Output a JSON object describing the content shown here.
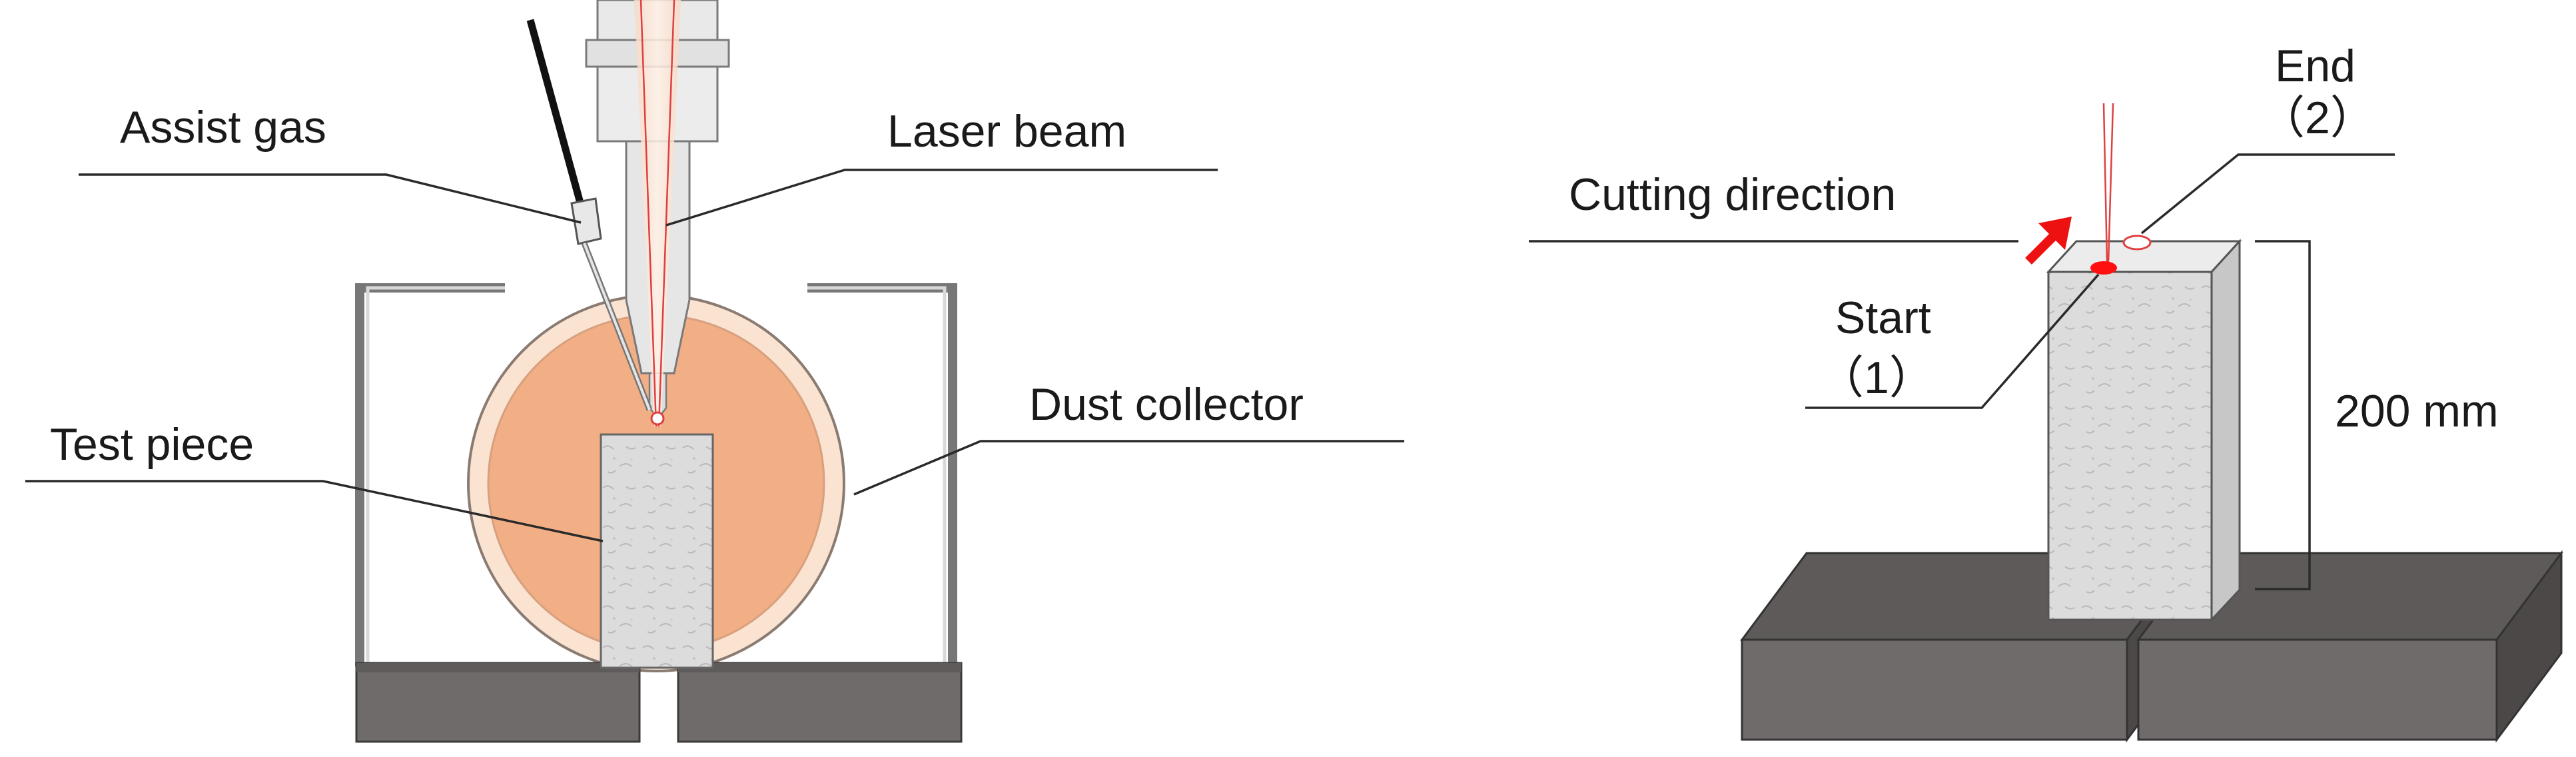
{
  "colors": {
    "background": "#ffffff",
    "chamber_fill": "#f2ae85",
    "chamber_ring": "#fbe3d2",
    "chamber_outline": "#8a7b72",
    "base": "#6f6b6a",
    "base_top": "#5f5b5a",
    "specimen": "#d9d9d9",
    "laser": "#e04040",
    "nozzle": "#e6e6e6",
    "marker_start": "#ff1010",
    "arrow": "#ee1111"
  },
  "left_panel": {
    "labels": {
      "assist_gas": "Assist gas",
      "laser_beam": "Laser beam",
      "dust_collector": "Dust collector",
      "test_piece": "Test piece"
    }
  },
  "right_panel": {
    "labels": {
      "cutting_direction": "Cutting direction",
      "end": "End",
      "end_index": "（2）",
      "start": "Start",
      "start_index": "（1）",
      "height": "200 mm"
    }
  }
}
